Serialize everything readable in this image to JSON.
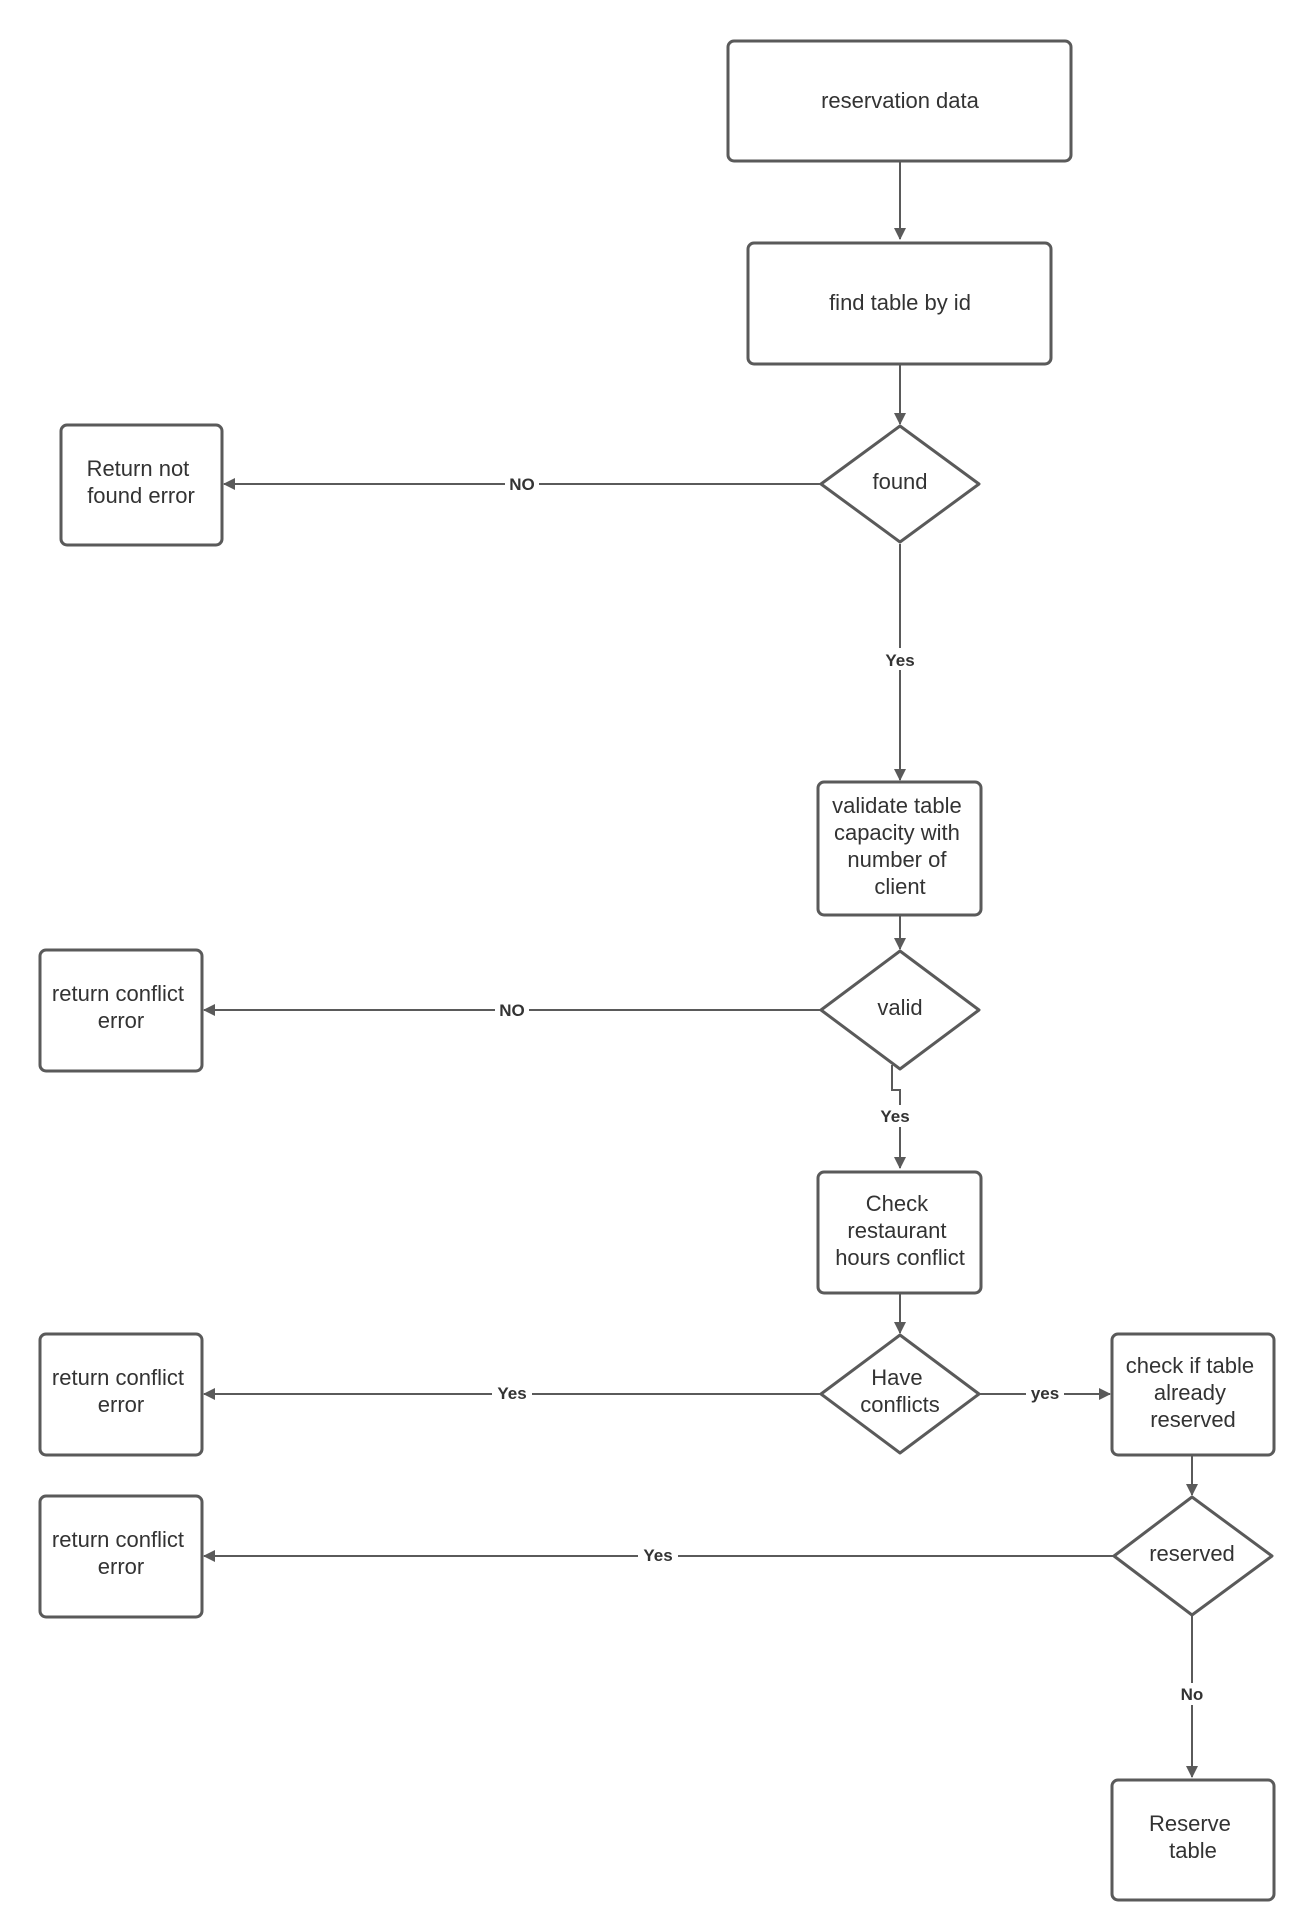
{
  "nodes": {
    "reservation_data": "reservation data",
    "find_table": "find table by id",
    "found": "found",
    "return_not_found": [
      "Return not",
      "found error"
    ],
    "validate_capacity": [
      "validate table",
      "capacity with",
      "number of",
      "client"
    ],
    "valid": "valid",
    "return_conflict_1": [
      "return conflict",
      "error"
    ],
    "check_hours": [
      "Check",
      "restaurant",
      "hours conflict"
    ],
    "have_conflicts": [
      "Have",
      "conflicts"
    ],
    "return_conflict_2": [
      "return conflict",
      "error"
    ],
    "check_reserved": [
      "check if  table",
      "already",
      "reserved"
    ],
    "reserved": "reserved",
    "return_conflict_3": [
      "return conflict",
      "error"
    ],
    "reserve_table": [
      "Reserve",
      "table"
    ]
  },
  "edge_labels": {
    "found_no": "NO",
    "found_yes": "Yes",
    "valid_no": "NO",
    "valid_yes": "Yes",
    "conflicts_yes_left": "Yes",
    "conflicts_yes_right": "yes",
    "reserved_yes": "Yes",
    "reserved_no": "No"
  }
}
